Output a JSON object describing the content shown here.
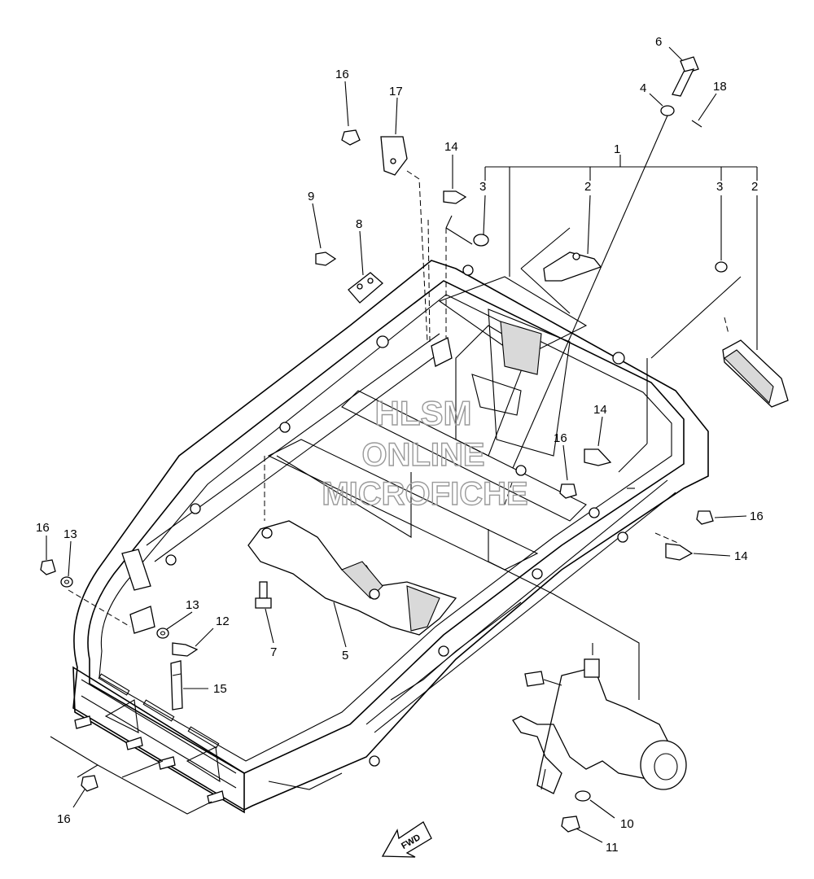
{
  "watermark": {
    "line1": "HLSM",
    "line2": "ONLINE",
    "line3": "MICROFICHE"
  },
  "direction_label": "FWD",
  "callouts": [
    {
      "id": "c1",
      "label": "1"
    },
    {
      "id": "c2a",
      "label": "2"
    },
    {
      "id": "c2b",
      "label": "2"
    },
    {
      "id": "c3a",
      "label": "3"
    },
    {
      "id": "c3b",
      "label": "3"
    },
    {
      "id": "c4",
      "label": "4"
    },
    {
      "id": "c5",
      "label": "5"
    },
    {
      "id": "c6",
      "label": "6"
    },
    {
      "id": "c7",
      "label": "7"
    },
    {
      "id": "c8",
      "label": "8"
    },
    {
      "id": "c9",
      "label": "9"
    },
    {
      "id": "c10",
      "label": "10"
    },
    {
      "id": "c11",
      "label": "11"
    },
    {
      "id": "c12",
      "label": "12"
    },
    {
      "id": "c13a",
      "label": "13"
    },
    {
      "id": "c13b",
      "label": "13"
    },
    {
      "id": "c14a",
      "label": "14"
    },
    {
      "id": "c14b",
      "label": "14"
    },
    {
      "id": "c14c",
      "label": "14"
    },
    {
      "id": "c15",
      "label": "15"
    },
    {
      "id": "c16a",
      "label": "16"
    },
    {
      "id": "c16b",
      "label": "16"
    },
    {
      "id": "c16c",
      "label": "16"
    },
    {
      "id": "c16d",
      "label": "16"
    },
    {
      "id": "c16e",
      "label": "16"
    },
    {
      "id": "c17",
      "label": "17"
    },
    {
      "id": "c18",
      "label": "18"
    }
  ]
}
